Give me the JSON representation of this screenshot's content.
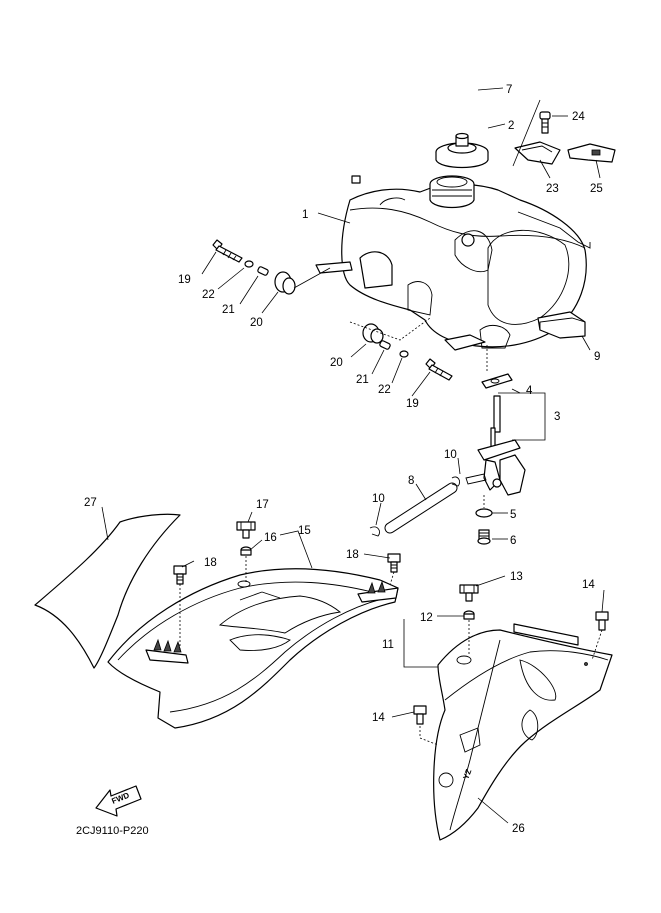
{
  "diagram": {
    "code": "2CJ9110-P220",
    "fwd_label": "FWD",
    "callouts": {
      "c1": "1",
      "c2": "2",
      "c3": "3",
      "c4": "4",
      "c5": "5",
      "c6": "6",
      "c7": "7",
      "c8": "8",
      "c9": "9",
      "c10a": "10",
      "c10b": "10",
      "c11": "11",
      "c12": "12",
      "c13": "13",
      "c14a": "14",
      "c14b": "14",
      "c15": "15",
      "c16": "16",
      "c17": "17",
      "c18a": "18",
      "c18b": "18",
      "c19a": "19",
      "c19b": "19",
      "c20a": "20",
      "c20b": "20",
      "c21a": "21",
      "c21b": "21",
      "c22a": "22",
      "c22b": "22",
      "c23": "23",
      "c24": "24",
      "c25": "25",
      "c26": "26",
      "c27": "27"
    }
  }
}
